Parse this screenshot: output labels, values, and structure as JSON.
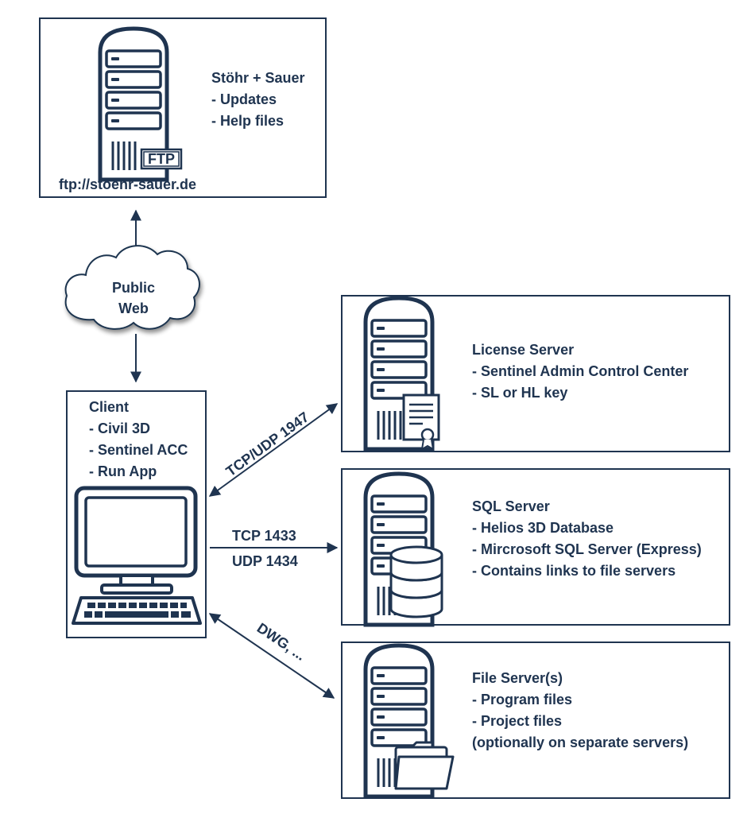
{
  "diagram": {
    "ftp_server": {
      "title": "Stöhr + Sauer",
      "lines": [
        "- Updates",
        "- Help files"
      ],
      "url": "ftp://stoehr-sauer.de",
      "badge": "FTP"
    },
    "cloud": {
      "line1": "Public",
      "line2": "Web"
    },
    "client": {
      "title": "Client",
      "lines": [
        "- Civil 3D",
        "- Sentinel ACC",
        "- Run App"
      ]
    },
    "license_server": {
      "title": "License Server",
      "lines": [
        "- Sentinel Admin Control Center",
        "- SL or HL key"
      ]
    },
    "sql_server": {
      "title": "SQL Server",
      "lines": [
        "- Helios 3D Database",
        "- Mircrosoft SQL Server (Express)",
        "- Contains links to file servers"
      ]
    },
    "file_server": {
      "title": "File Server(s)",
      "lines": [
        "- Program files",
        "- Project files",
        "(optionally on separate servers)"
      ]
    },
    "connections": {
      "license": "TCP/UDP 1947",
      "sql_tcp": "TCP  1433",
      "sql_udp": "UDP 1434",
      "file": "DWG, ..."
    },
    "colors": {
      "ink": "#1f3450",
      "background": "#ffffff"
    }
  }
}
